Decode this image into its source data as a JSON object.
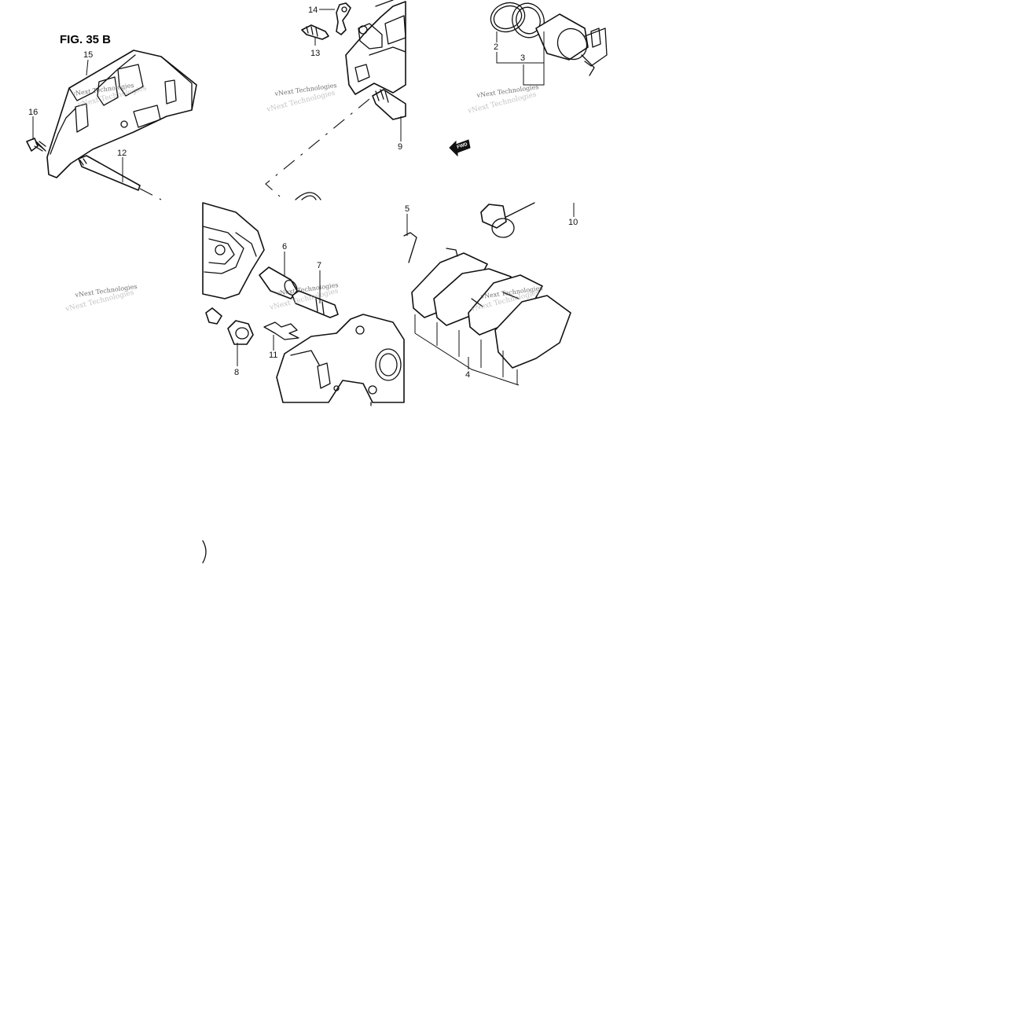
{
  "figure": {
    "title": "FIG. 35 B"
  },
  "watermark": {
    "text": "vNext Technologies"
  },
  "fwd_badge": {
    "text": "FWD"
  },
  "callouts": [
    "14",
    "13",
    "15",
    "16",
    "12",
    "9",
    "2",
    "3",
    "5",
    "10",
    "6",
    "7",
    "8",
    "11",
    "4"
  ]
}
